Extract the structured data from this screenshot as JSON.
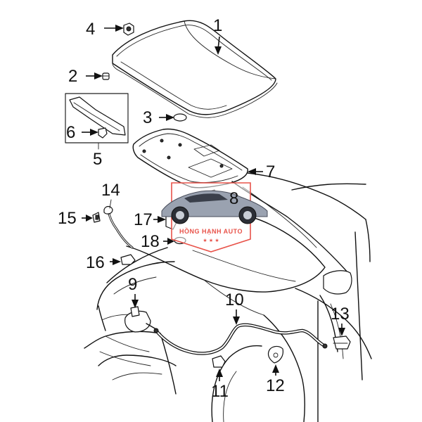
{
  "callouts": [
    "1",
    "2",
    "3",
    "4",
    "5",
    "6",
    "7",
    "8",
    "9",
    "10",
    "11",
    "12",
    "13",
    "14",
    "15",
    "16",
    "17",
    "18"
  ],
  "watermark": {
    "text": "HỒNG HẠNH AUTO",
    "stars": "★ ★ ★",
    "color": "#e8534a"
  }
}
